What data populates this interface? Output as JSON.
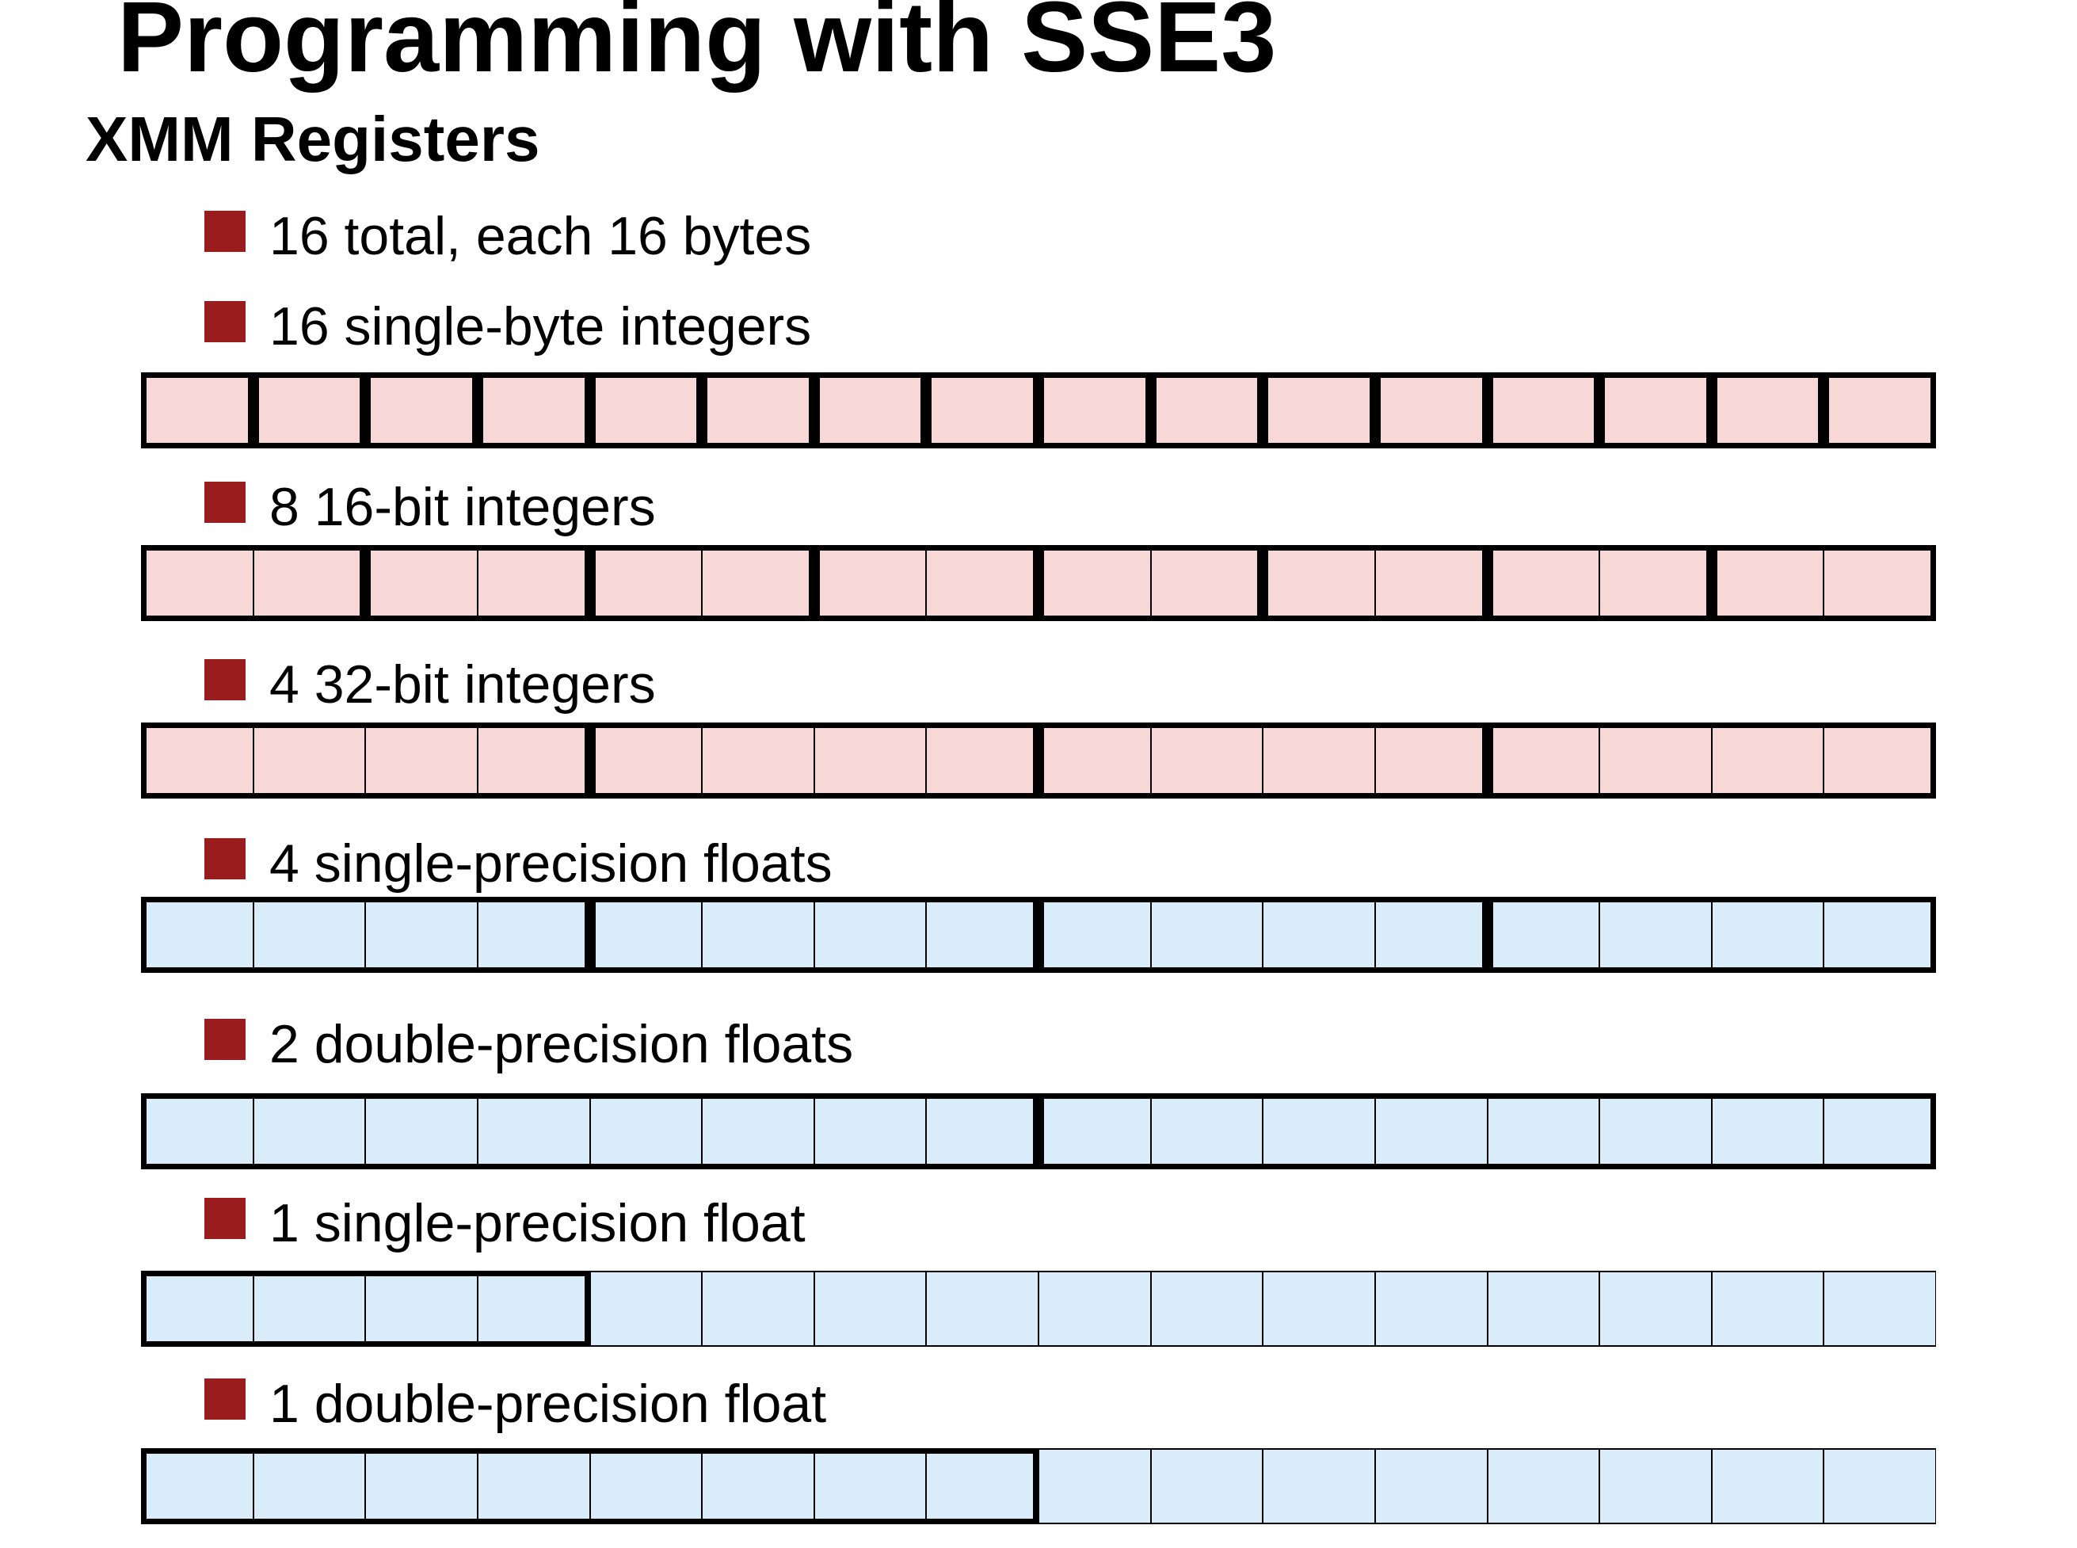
{
  "slide": {
    "title": "Programming with SSE3",
    "subtitle": "XMM Registers",
    "bullet_color": "#9b1c1c",
    "integer_color": "#f8d7d7",
    "float_color": "#d8ecfa",
    "bytes_per_register": 16,
    "intro_bullet": "16 total, each 16 bytes",
    "registers": [
      {
        "label": "16 single-byte integers",
        "kind": "integer",
        "element_bytes": 1,
        "used_elements": 16
      },
      {
        "label": "8 16-bit integers",
        "kind": "integer",
        "element_bytes": 2,
        "used_elements": 8
      },
      {
        "label": "4 32-bit integers",
        "kind": "integer",
        "element_bytes": 4,
        "used_elements": 4
      },
      {
        "label": "4 single-precision floats",
        "kind": "float",
        "element_bytes": 4,
        "used_elements": 4
      },
      {
        "label": "2 double-precision floats",
        "kind": "float",
        "element_bytes": 8,
        "used_elements": 2
      },
      {
        "label": "1 single-precision float",
        "kind": "float",
        "element_bytes": 4,
        "used_elements": 1
      },
      {
        "label": "1 double-precision float",
        "kind": "float",
        "element_bytes": 8,
        "used_elements": 1
      }
    ]
  }
}
